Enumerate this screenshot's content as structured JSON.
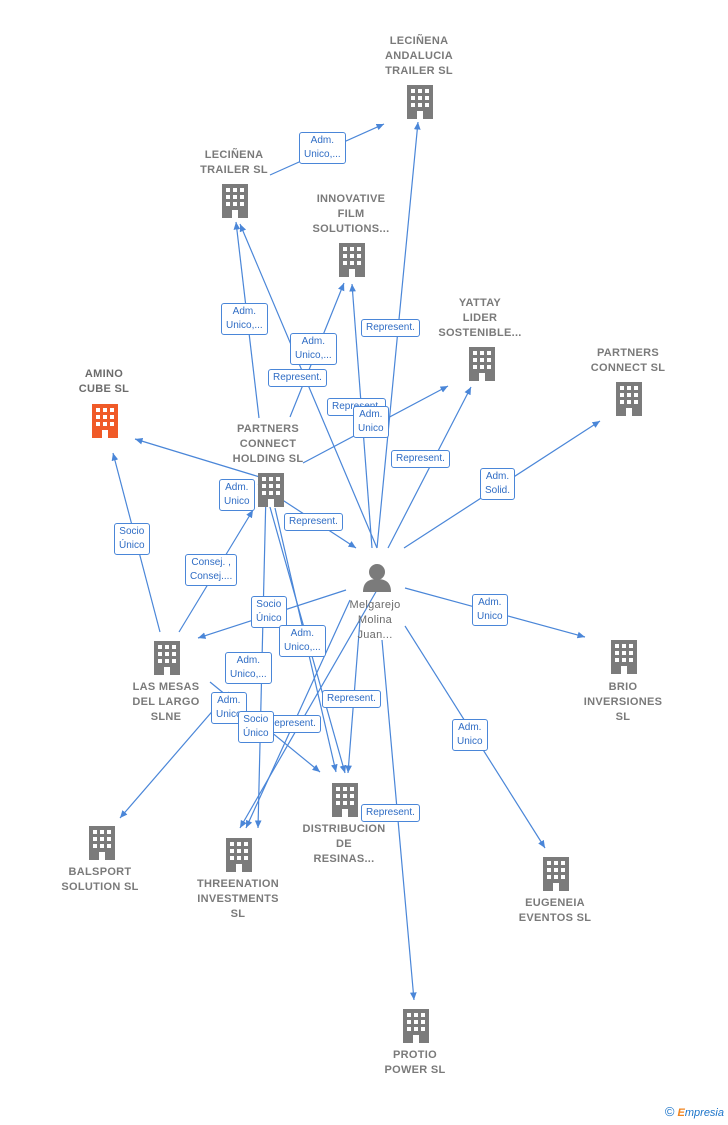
{
  "colors": {
    "edge": "#4a86d8",
    "building": "#7b7b7b",
    "highlight": "#f05a28",
    "person": "#7b7b7b"
  },
  "center": {
    "name_lines": [
      "Melgarejo",
      "Molina",
      "Juan..."
    ],
    "icon": "person-icon"
  },
  "companies": [
    {
      "id": "lecinena-andalucia",
      "lines": [
        "LECIÑENA",
        "ANDALUCIA",
        "TRAILER  SL"
      ],
      "highlight": false
    },
    {
      "id": "lecinena-trailer",
      "lines": [
        "LECIÑENA",
        "TRAILER  SL"
      ],
      "highlight": false
    },
    {
      "id": "innovative-film",
      "lines": [
        "INNOVATIVE",
        "FILM",
        "SOLUTIONS..."
      ],
      "highlight": false
    },
    {
      "id": "yattay",
      "lines": [
        "YATTAY",
        "LIDER",
        "SOSTENIBLE..."
      ],
      "highlight": false
    },
    {
      "id": "partners-connect",
      "lines": [
        "PARTNERS",
        "CONNECT SL"
      ],
      "highlight": false
    },
    {
      "id": "amino-cube",
      "lines": [
        "AMINO",
        "CUBE  SL"
      ],
      "highlight": true
    },
    {
      "id": "partners-connect-holding",
      "lines": [
        "PARTNERS",
        "CONNECT",
        "HOLDING  SL"
      ],
      "highlight": false
    },
    {
      "id": "las-mesas",
      "lines": [
        "LAS MESAS",
        "DEL LARGO",
        "SLNE"
      ],
      "highlight": false
    },
    {
      "id": "brio",
      "lines": [
        "BRIO",
        "INVERSIONES",
        "SL"
      ],
      "highlight": false
    },
    {
      "id": "balsport",
      "lines": [
        "BALSPORT",
        "SOLUTION SL"
      ],
      "highlight": false
    },
    {
      "id": "threenation",
      "lines": [
        "THREENATION",
        "INVESTMENTS",
        "SL"
      ],
      "highlight": false
    },
    {
      "id": "distribucion",
      "lines": [
        "DISTRIBUCION",
        "DE",
        "RESINAS..."
      ],
      "highlight": false
    },
    {
      "id": "eugeneia",
      "lines": [
        "EUGENEIA",
        "EVENTOS SL"
      ],
      "highlight": false
    },
    {
      "id": "protio",
      "lines": [
        "PROTIO",
        "POWER  SL"
      ],
      "highlight": false
    }
  ],
  "edge_labels": [
    {
      "id": "e1",
      "lines": [
        "Adm.",
        "Unico,..."
      ]
    },
    {
      "id": "e2",
      "lines": [
        "Adm.",
        "Unico,..."
      ]
    },
    {
      "id": "e3",
      "lines": [
        "Adm.",
        "Unico,..."
      ]
    },
    {
      "id": "e4",
      "lines": [
        "Represent."
      ]
    },
    {
      "id": "e5",
      "lines": [
        "Represent."
      ]
    },
    {
      "id": "e6",
      "lines": [
        "Represent."
      ]
    },
    {
      "id": "e7",
      "lines": [
        "Adm.",
        "Unico"
      ]
    },
    {
      "id": "e8",
      "lines": [
        "Represent."
      ]
    },
    {
      "id": "e9",
      "lines": [
        "Adm.",
        "Solid."
      ]
    },
    {
      "id": "e10",
      "lines": [
        "Adm.",
        "Unico"
      ]
    },
    {
      "id": "e11",
      "lines": [
        "Represent."
      ]
    },
    {
      "id": "e12",
      "lines": [
        "Socio",
        "Único"
      ]
    },
    {
      "id": "e13",
      "lines": [
        "Consej. ,",
        "Consej...."
      ]
    },
    {
      "id": "e14",
      "lines": [
        "Socio",
        "Único"
      ]
    },
    {
      "id": "e15",
      "lines": [
        "Adm.",
        "Unico,..."
      ]
    },
    {
      "id": "e16",
      "lines": [
        "Adm.",
        "Unico,..."
      ]
    },
    {
      "id": "e17",
      "lines": [
        "Adm.",
        "Unico"
      ]
    },
    {
      "id": "e18",
      "lines": [
        "Adm.",
        "Unico"
      ]
    },
    {
      "id": "e19",
      "lines": [
        "Represent."
      ]
    },
    {
      "id": "e20",
      "lines": [
        "Represent."
      ]
    },
    {
      "id": "e21",
      "lines": [
        "Socio",
        "Único"
      ]
    },
    {
      "id": "e22",
      "lines": [
        "Adm.",
        "Unico"
      ]
    },
    {
      "id": "e23",
      "lines": [
        "Represent."
      ]
    }
  ],
  "footer": {
    "copyright": "©",
    "brand_first": "E",
    "brand_rest": "mpresia"
  }
}
